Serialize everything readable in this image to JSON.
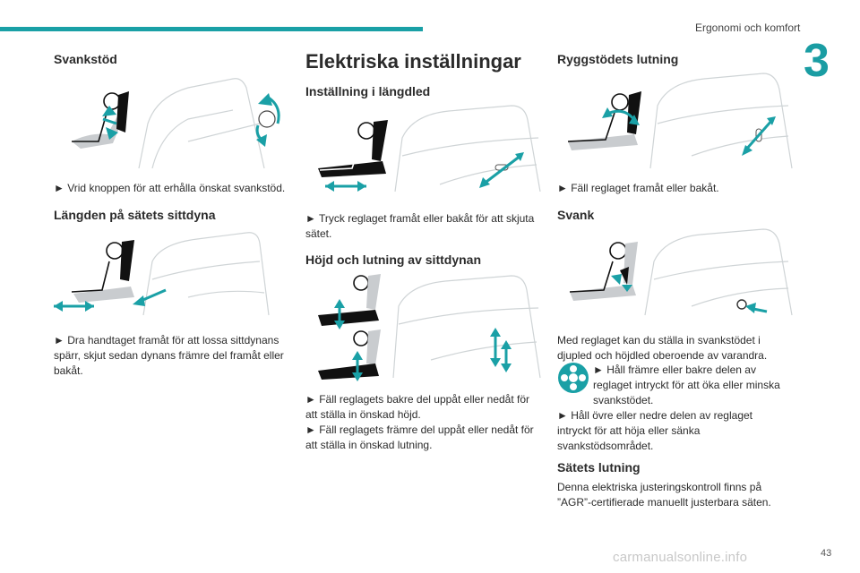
{
  "header": {
    "section_title": "Ergonomi och komfort",
    "chapter_number": "3",
    "accent_color": "#1aa0a6"
  },
  "col1": {
    "lumbar_title": "Svankstöd",
    "lumbar_text": "► Vrid knoppen för att erhålla önskat svankstöd.",
    "cushion_title": "Längden på sätets sittdyna",
    "cushion_text": "► Dra handtaget framåt för att lossa sittdynans spärr, skjut sedan dynans främre del framåt eller bakåt."
  },
  "col2": {
    "main_title": "Elektriska inställningar",
    "length_title": "Inställning i längdled",
    "length_text": "► Tryck reglaget framåt eller bakåt för att skjuta sätet.",
    "height_title": "Höjd och lutning av sittdynan",
    "height_text_1": "► Fäll reglagets bakre del uppåt eller nedåt för att ställa in önskad höjd.",
    "height_text_2": "► Fäll reglagets främre del uppåt eller nedåt för att ställa in önskad lutning."
  },
  "col3": {
    "backrest_title": "Ryggstödets lutning",
    "backrest_text": "► Fäll reglaget framåt eller bakåt.",
    "lumbar2_title": "Svank",
    "lumbar2_intro": "Med reglaget kan du ställa in svankstödet i djupled och höjdled oberoende av varandra.",
    "lumbar2_bullet1": "► Håll främre eller bakre delen av reglaget intryckt för att öka eller minska svankstödet.",
    "lumbar2_bullet2": "► Håll övre eller nedre delen av reglaget intryckt för att höja eller sänka svankstödsområdet.",
    "tilt_title": "Sätets lutning",
    "tilt_text": "Denna elektriska justeringskontroll finns på ”AGR”-certifierade manuellt justerbara säten."
  },
  "footer": {
    "page_number": "43",
    "watermark": "carmanualsonline.info"
  }
}
